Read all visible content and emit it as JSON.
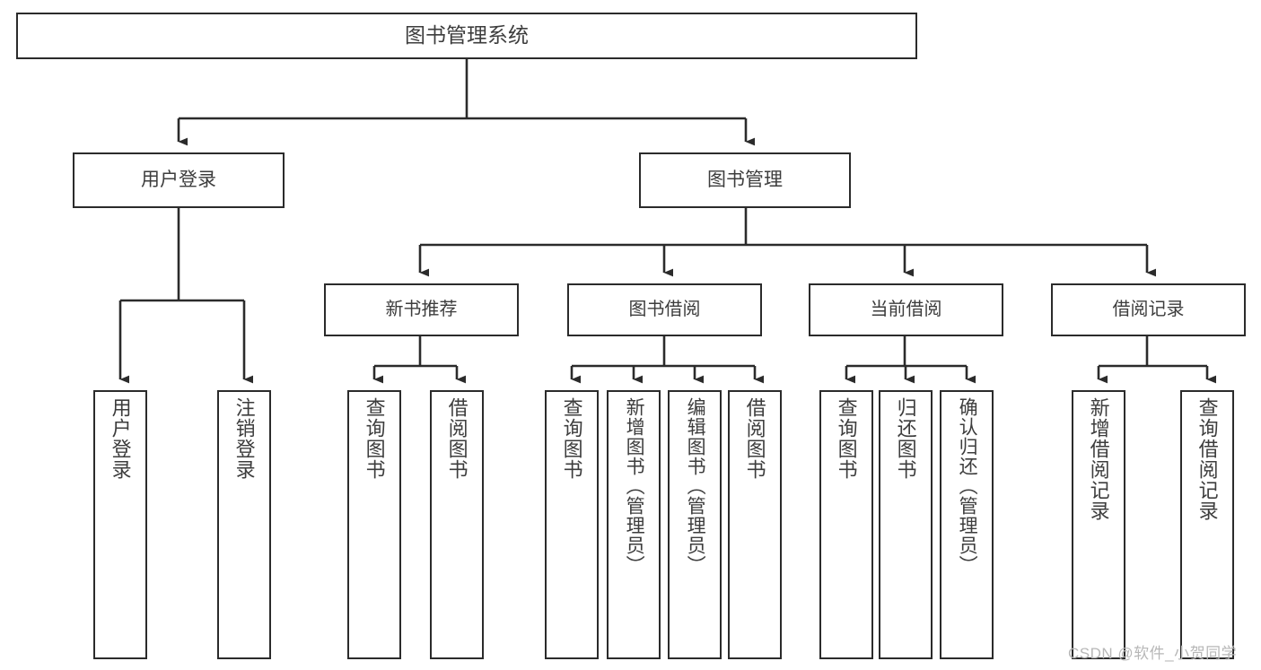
{
  "diagram": {
    "title": "图书管理系统",
    "root": {
      "label": "图书管理系统"
    },
    "level1": [
      {
        "label": "用户登录"
      },
      {
        "label": "图书管理"
      }
    ],
    "level2": [
      {
        "label": "新书推荐"
      },
      {
        "label": "图书借阅"
      },
      {
        "label": "当前借阅"
      },
      {
        "label": "借阅记录"
      }
    ],
    "leaves": {
      "user_login": [
        {
          "label": "用户登录"
        },
        {
          "label": "注销登录"
        }
      ],
      "new_book_recommend": [
        {
          "label": "查询图书"
        },
        {
          "label": "借阅图书"
        }
      ],
      "book_borrow": [
        {
          "label": "查询图书"
        },
        {
          "label": "新增图书（管理员）"
        },
        {
          "label": "编辑图书（管理员）"
        },
        {
          "label": "借阅图书"
        }
      ],
      "current_borrow": [
        {
          "label": "查询图书"
        },
        {
          "label": "归还图书"
        },
        {
          "label": "确认归还（管理员）"
        }
      ],
      "borrow_records": [
        {
          "label": "新增借阅记录"
        },
        {
          "label": "查询借阅记录"
        }
      ]
    }
  },
  "watermark": {
    "text": "CSDN @软件_小贺同学"
  },
  "colors": {
    "stroke": "#2b2b2b",
    "text": "#3d3d3d",
    "background": "#ffffff",
    "watermark": "#b7b7b7"
  }
}
